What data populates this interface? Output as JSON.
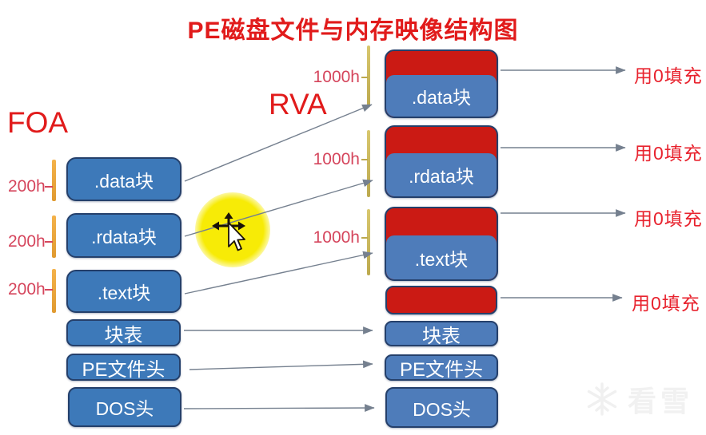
{
  "title": "PE磁盘文件与内存映像结构图",
  "annotations": {
    "foa": "FOA",
    "rva": "RVA"
  },
  "file_column": {
    "sections": [
      {
        "label": ".data块",
        "size": "200h"
      },
      {
        "label": ".rdata块",
        "size": "200h"
      },
      {
        "label": ".text块",
        "size": "200h"
      }
    ],
    "headers": [
      {
        "label": "块表"
      },
      {
        "label": "PE文件头"
      },
      {
        "label": "DOS头"
      }
    ]
  },
  "memory_column": {
    "sections": [
      {
        "label": ".data块",
        "size": "1000h",
        "padding_note": "用0填充"
      },
      {
        "label": ".rdata块",
        "size": "1000h",
        "padding_note": "用0填充"
      },
      {
        "label": ".text块",
        "size": "1000h",
        "padding_note": "用0填充"
      },
      {
        "label": "",
        "padding_note": "用0填充"
      }
    ],
    "headers": [
      {
        "label": "块表"
      },
      {
        "label": "PE文件头"
      },
      {
        "label": "DOS头"
      }
    ]
  },
  "watermark": {
    "text": "看雪"
  },
  "colors": {
    "title_red": "#e11b1b",
    "file_box_blue": "#3d79b9",
    "memory_box_blue": "#4e7cba",
    "padding_red": "#cb1a14",
    "size_label_red": "#d5455c",
    "fill_label_red": "#e8232e",
    "foa_bar_orange": "#eda63e",
    "rva_bar_olive": "#c9b75f",
    "arrow_gray": "#75808f",
    "cursor_highlight_yellow": "#f7eb06"
  }
}
